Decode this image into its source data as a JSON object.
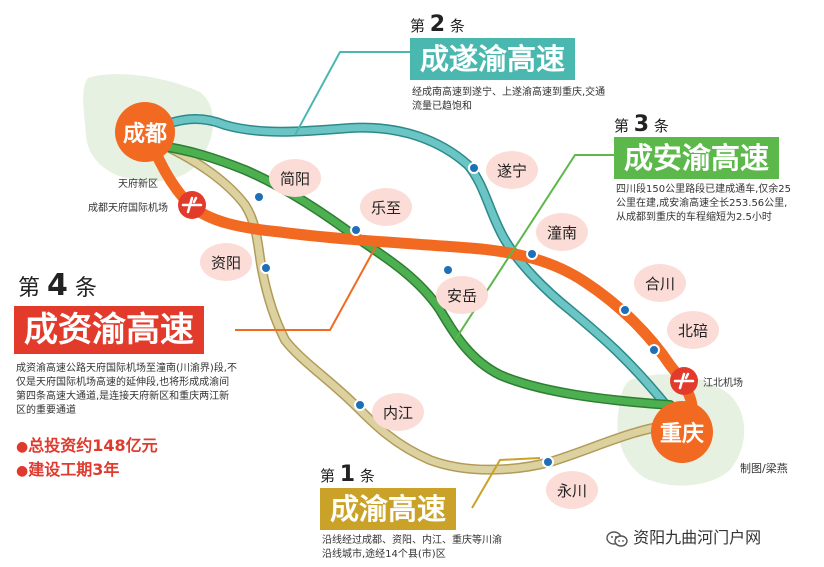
{
  "cities": {
    "chengdu": "成都",
    "chongqing": "重庆"
  },
  "airports": {
    "tianfu": "成都天府国际机场",
    "jiangbei": "江北机场"
  },
  "areas": {
    "tianfu_new_area": "天府新区"
  },
  "stations": [
    "简阳",
    "资阳",
    "乐至",
    "安岳",
    "遂宁",
    "潼南",
    "合川",
    "北碚",
    "内江",
    "永川"
  ],
  "route2": {
    "prefix": "第",
    "num": "2",
    "suffix": "条",
    "name": "成遂渝高速",
    "color": "#4bb8b0",
    "desc": "经成南高速到遂宁、上遂渝高速到重庆,交通流量已趋饱和"
  },
  "route3": {
    "prefix": "第",
    "num": "3",
    "suffix": "条",
    "name": "成安渝高速",
    "color": "#5cb84a",
    "desc": "四川段150公里路段已建成通车,仅余25公里在建,成安渝高速全长253.56公里,从成都到重庆的车程缩短为2.5小时"
  },
  "route4": {
    "prefix": "第",
    "num": "4",
    "suffix": "条",
    "name": "成资渝高速",
    "color": "#e23b2c",
    "desc": "成资渝高速公路天府国际机场至潼南(川渝界)段,不仅是天府国际机场高速的延伸段,也将形成成渝间第四条高速大通道,是连接天府新区和重庆两江新区的重要通道",
    "bullet1": "总投资约148亿元",
    "bullet2": "建设工期3年"
  },
  "route1": {
    "prefix": "第",
    "num": "1",
    "suffix": "条",
    "name": "成渝高速",
    "color": "#c9a227",
    "desc_line1": "沿线经过成都、资阳、内江、重庆等川渝",
    "desc_line2": "沿线城市,途经14个县(市)区"
  },
  "credit": "制图/梁燕",
  "watermark": "资阳九曲河门户网",
  "colors": {
    "orange": "#f26a22",
    "teal": "#6cc5c5",
    "green": "#4caf50",
    "tan": "#dcd2a0",
    "region": "#e6f1e1"
  }
}
